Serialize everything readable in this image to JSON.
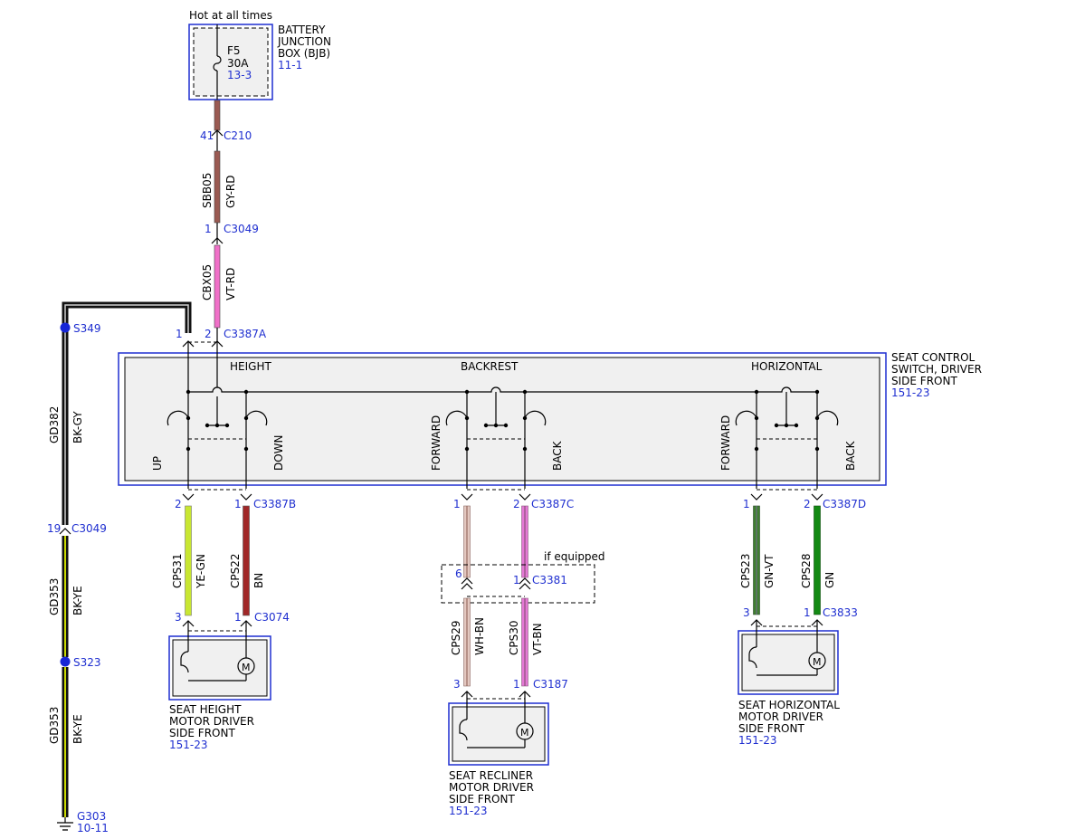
{
  "colors": {
    "ref_blue": "#1f2fd0",
    "box_fill": "#f0f0f0",
    "gray_red": "#9a5a52",
    "violet_red": "#f070c8",
    "black_gray": "#111111",
    "black_yellow": "#c8d800",
    "yellow_green": "#c8e632",
    "brown": "#a02828",
    "white_brown": "#e4c8c0",
    "violet_brown": "#e478d4",
    "green_violet": "#3f7f2f",
    "green": "#138a13",
    "splice_blue": "#1626d6"
  },
  "header": {
    "hot_label": "Hot at all times"
  },
  "bjb": {
    "fuse": "F5",
    "rating": "30A",
    "fuse_ref": "13-3",
    "name_lines": [
      "BATTERY",
      "JUNCTION",
      "BOX (BJB)"
    ],
    "ref": "11-1"
  },
  "connectors": {
    "c210": {
      "pin": "41",
      "name": "C210"
    },
    "c3049_top": {
      "pin": "1",
      "name": "C3049"
    },
    "c3387a": {
      "pin_left": "1",
      "pin_right": "2",
      "name": "C3387A"
    },
    "c3387b": {
      "pin_left": "2",
      "pin_right": "1",
      "name": "C3387B"
    },
    "c3387c": {
      "pin_left": "1",
      "pin_right": "2",
      "name": "C3387C"
    },
    "c3387d": {
      "pin_left": "1",
      "pin_right": "2",
      "name": "C3387D"
    },
    "c3049_side": {
      "pin": "19",
      "name": "C3049"
    },
    "c3074": {
      "pin_left": "3",
      "pin_right": "1",
      "name": "C3074"
    },
    "c3381": {
      "pin_left": "6",
      "pin_right": "1",
      "name": "C3381"
    },
    "c3187": {
      "pin_left": "3",
      "pin_right": "1",
      "name": "C3187"
    },
    "c3833": {
      "pin_left": "3",
      "pin_right": "1",
      "name": "C3833"
    }
  },
  "circuits": {
    "sbb05": {
      "code": "SBB05",
      "color": "GY-RD"
    },
    "cbx05": {
      "code": "CBX05",
      "color": "VT-RD"
    },
    "gd382": {
      "code": "GD382",
      "color": "BK-GY"
    },
    "gd353_a": {
      "code": "GD353",
      "color": "BK-YE"
    },
    "gd353_b": {
      "code": "GD353",
      "color": "BK-YE"
    },
    "cps31": {
      "code": "CPS31",
      "color": "YE-GN"
    },
    "cps22": {
      "code": "CPS22",
      "color": "BN"
    },
    "cps29": {
      "code": "CPS29",
      "color": "WH-BN"
    },
    "cps30": {
      "code": "CPS30",
      "color": "VT-BN"
    },
    "cps23": {
      "code": "CPS23",
      "color": "GN-VT"
    },
    "cps28": {
      "code": "CPS28",
      "color": "GN"
    }
  },
  "splices": {
    "s349": "S349",
    "s323": "S323"
  },
  "ground": {
    "name": "G303",
    "ref": "10-11"
  },
  "switch": {
    "name_lines": [
      "SEAT CONTROL",
      "SWITCH, DRIVER",
      "SIDE FRONT"
    ],
    "ref": "151-23",
    "sections": {
      "height": "HEIGHT",
      "backrest": "BACKREST",
      "horizontal": "HORIZONTAL"
    },
    "positions": {
      "up": "UP",
      "down": "DOWN",
      "forward_1": "FORWARD",
      "back_1": "BACK",
      "forward_2": "FORWARD",
      "back_2": "BACK"
    }
  },
  "if_equipped": "if equipped",
  "motors": {
    "height": {
      "lines": [
        "SEAT HEIGHT",
        "MOTOR DRIVER",
        "SIDE FRONT"
      ],
      "ref": "151-23",
      "symbol": "M"
    },
    "recliner": {
      "lines": [
        "SEAT RECLINER",
        "MOTOR DRIVER",
        "SIDE FRONT"
      ],
      "ref": "151-23",
      "symbol": "M"
    },
    "horizontal": {
      "lines": [
        "SEAT HORIZONTAL",
        "MOTOR DRIVER",
        "SIDE FRONT"
      ],
      "ref": "151-23",
      "symbol": "M"
    }
  }
}
